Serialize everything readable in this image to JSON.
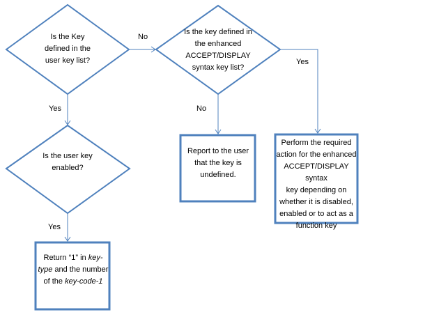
{
  "colors": {
    "stroke": "#4f81bd",
    "text": "#000000"
  },
  "nodes": {
    "user_key_defined": {
      "lines": [
        "Is the Key",
        "defined in the",
        "user key list?"
      ]
    },
    "enhanced_key_defined": {
      "lines": [
        "Is the key defined in",
        "the enhanced",
        "ACCEPT/DISPLAY",
        "syntax key list?"
      ]
    },
    "user_key_enabled": {
      "lines": [
        "Is the user key",
        "enabled?"
      ]
    },
    "report_undefined": {
      "lines": [
        "Report to the user",
        "that the key is",
        "undefined."
      ]
    },
    "perform_action": {
      "lines": [
        "Perform the required",
        "action for the enhanced",
        "ACCEPT/DISPLAY syntax",
        "key depending on",
        "whether it is disabled,",
        "enabled or to act as a",
        "function key"
      ]
    },
    "return_one": {
      "line1_a": "Return “1” in ",
      "line1_b": "key-",
      "line2_a": "type",
      "line2_b": " and the number",
      "line3_a": "of the ",
      "line3_b": "key-code-1"
    }
  },
  "edges": {
    "no_to_enhanced": "No",
    "yes_to_enabled": "Yes",
    "no_to_report": "No",
    "yes_to_perform": "Yes",
    "yes_to_return": "Yes"
  }
}
